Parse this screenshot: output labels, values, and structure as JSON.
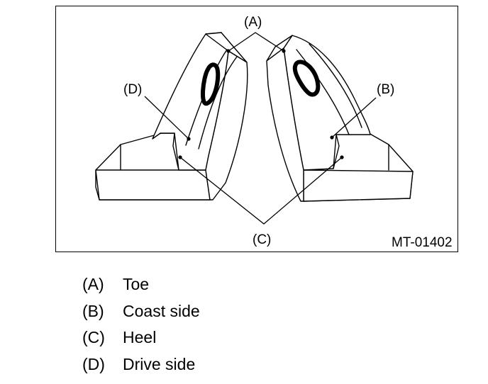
{
  "figure": {
    "code": "MT-01402",
    "callouts": {
      "a": "(A)",
      "b": "(B)",
      "c": "(C)",
      "d": "(D)"
    }
  },
  "legend": [
    {
      "key": "(A)",
      "text": "Toe"
    },
    {
      "key": "(B)",
      "text": "Coast side"
    },
    {
      "key": "(C)",
      "text": "Heel"
    },
    {
      "key": "(D)",
      "text": "Drive side"
    }
  ]
}
